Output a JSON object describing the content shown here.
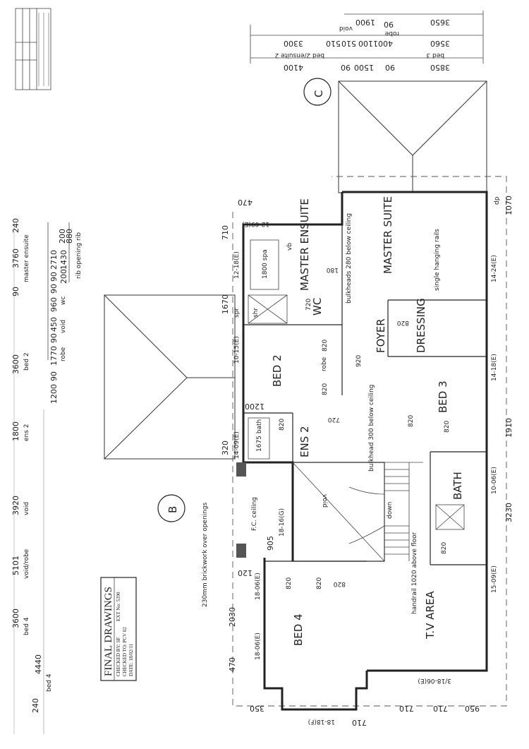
{
  "title_block": {
    "heading": "FINAL DRAWINGS",
    "checked_by": "CHECKED BY: SF",
    "checked_to": "CHECKED TO: PCV 02",
    "date": "DATE: 18/02/11",
    "ext_no": "EXT No: 5390"
  },
  "grid_markers": {
    "b": "B",
    "c": "C"
  },
  "rooms": {
    "master_ensuite": "MASTER ENSUITE",
    "master_suite": "MASTER SUITE",
    "wc": "WC",
    "foyer": "FOYER",
    "dressing": "DRESSING",
    "bed2": "BED 2",
    "bed3": "BED 3",
    "ens2": "ENS 2",
    "bath": "BATH",
    "fc_ceiling": "F.C. ceiling",
    "void": "void",
    "tv_area": "T.V AREA",
    "bed4": "BED 4"
  },
  "notes": {
    "bulkheads": "bulkheads 280 below ceiling",
    "bulkhead": "bulkhead 300 below ceiling",
    "hanging_rails": "single hanging rails",
    "handrail": "handrail 1020 above floor",
    "brickwork": "230mm brickwork over openings",
    "spa": "1800 spa",
    "bath_1675": "1675 bath",
    "robe": "robe",
    "shr": "shr",
    "vb": "vb",
    "down": "down",
    "dp": "dp",
    "spr": "spr"
  },
  "windows": [
    "12-09(E)",
    "12-18(E)",
    "10-15(E)",
    "14-09(E)",
    "18-16(G)",
    "18-06(E)",
    "18-06(E)",
    "18-18(F)",
    "3/18-06(E)",
    "14-24(E)",
    "14-18(E)",
    "10-06(E)",
    "15-09(E)"
  ],
  "doors": [
    "820",
    "820",
    "820",
    "920",
    "720",
    "720",
    "820",
    "820",
    "820",
    "820",
    "820",
    "820",
    "820"
  ],
  "dimensions": {
    "top_row1": [
      "3650",
      "90",
      "1900"
    ],
    "top_row2": [
      "3560",
      "400",
      "1100",
      "510",
      "510",
      "3300"
    ],
    "top_row3": [
      "3850",
      "90",
      "1500",
      "90",
      "4100"
    ],
    "top_labels": [
      "bed 3",
      "bed 2/ensuite 2",
      "void",
      "robe"
    ],
    "left_top": [
      "240",
      "3760",
      "90",
      "3600",
      "1800",
      "3920",
      "5101",
      "3600",
      "240"
    ],
    "left_labels": [
      "master ensuite",
      "bed 2",
      "ens 2",
      "void",
      "void/robe",
      "bed 4"
    ],
    "left_mid": [
      "880",
      "200",
      "2710",
      "1430",
      "200",
      "90",
      "90",
      "960",
      "450",
      "90",
      "1770",
      "90",
      "1200",
      "4440"
    ],
    "left_mid_labels": [
      "rib opening rib",
      "wc",
      "void",
      "robe",
      "bed 4"
    ],
    "plan": [
      "470",
      "710",
      "1670",
      "1200",
      "320",
      "905",
      "120",
      "2030",
      "470",
      "350",
      "710",
      "710",
      "710",
      "950",
      "1070",
      "1910",
      "3230",
      "180"
    ]
  }
}
